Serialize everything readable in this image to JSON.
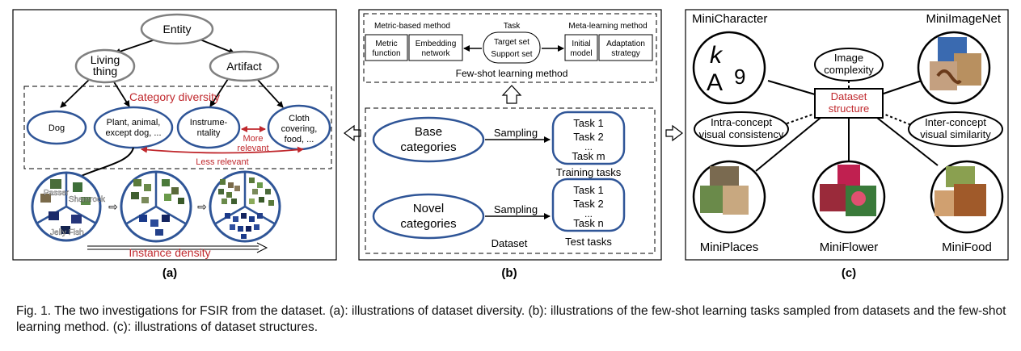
{
  "panel_a": {
    "label": "(a)",
    "nodes": {
      "entity": "Entity",
      "living_line1": "Living",
      "living_line2": "thing",
      "artifact": "Artifact",
      "dog": "Dog",
      "plant_line1": "Plant, animal,",
      "plant_line2": "except dog, ...",
      "instr_line1": "Instrume-",
      "instr_line2": "ntality",
      "cloth_line1": "Cloth",
      "cloth_line2": "covering,",
      "cloth_line3": "food, ..."
    },
    "category_diversity": "Category diversity",
    "more_relevant_line1": "More",
    "more_relevant_line2": "relevant",
    "less_relevant": "Less relevant",
    "instance_density": "Instance density",
    "pie_labels": {
      "passer": "Passer",
      "shamrock": "Shamrock",
      "jellyfish": "Jelly Fish"
    }
  },
  "panel_b": {
    "label": "(b)",
    "metric_based": "Metric-based method",
    "task": "Task",
    "meta_learning": "Meta-learning method",
    "metric_function_line1": "Metric",
    "metric_function_line2": "function",
    "embedding_line1": "Embedding",
    "embedding_line2": "network",
    "target_set": "Target set",
    "support_set": "Support set",
    "initial_line1": "Initial",
    "initial_line2": "model",
    "adaptation_line1": "Adaptation",
    "adaptation_line2": "strategy",
    "fsl_method": "Few-shot learning method",
    "base_line1": "Base",
    "base_line2": "categories",
    "novel_line1": "Novel",
    "novel_line2": "categories",
    "sampling": "Sampling",
    "train_task1": "Task 1",
    "train_task2": "Task 2",
    "train_dots": "...",
    "train_taskm": "Task m",
    "training_tasks": "Training tasks",
    "test_task1": "Task 1",
    "test_task2": "Task 2",
    "test_dots": "...",
    "test_taskn": "Task n",
    "test_tasks": "Test tasks",
    "dataset": "Dataset"
  },
  "panel_c": {
    "label": "(c)",
    "mini_character": "MiniCharacter",
    "mini_imagenet": "MiniImageNet",
    "image_complexity_line1": "Image",
    "image_complexity_line2": "complexity",
    "dataset_structure_line1": "Dataset",
    "dataset_structure_line2": "structure",
    "intra_line1": "Intra-concept",
    "intra_line2": "visual consistency",
    "inter_line1": "Inter-concept",
    "inter_line2": "visual similarity",
    "mini_places": "MiniPlaces",
    "mini_flower": "MiniFlower",
    "mini_food": "MiniFood",
    "handwriting": "k A 9"
  },
  "colors": {
    "red_accent": "#c0282d",
    "blue_accent": "#2f5597",
    "gray_node": "#808080"
  },
  "caption": "Fig. 1. The two investigations for FSIR from the dataset. (a): illustrations of dataset diversity. (b): illustrations of the few-shot learning tasks sampled from datasets and the few-shot learning method. (c): illustrations of dataset structures."
}
